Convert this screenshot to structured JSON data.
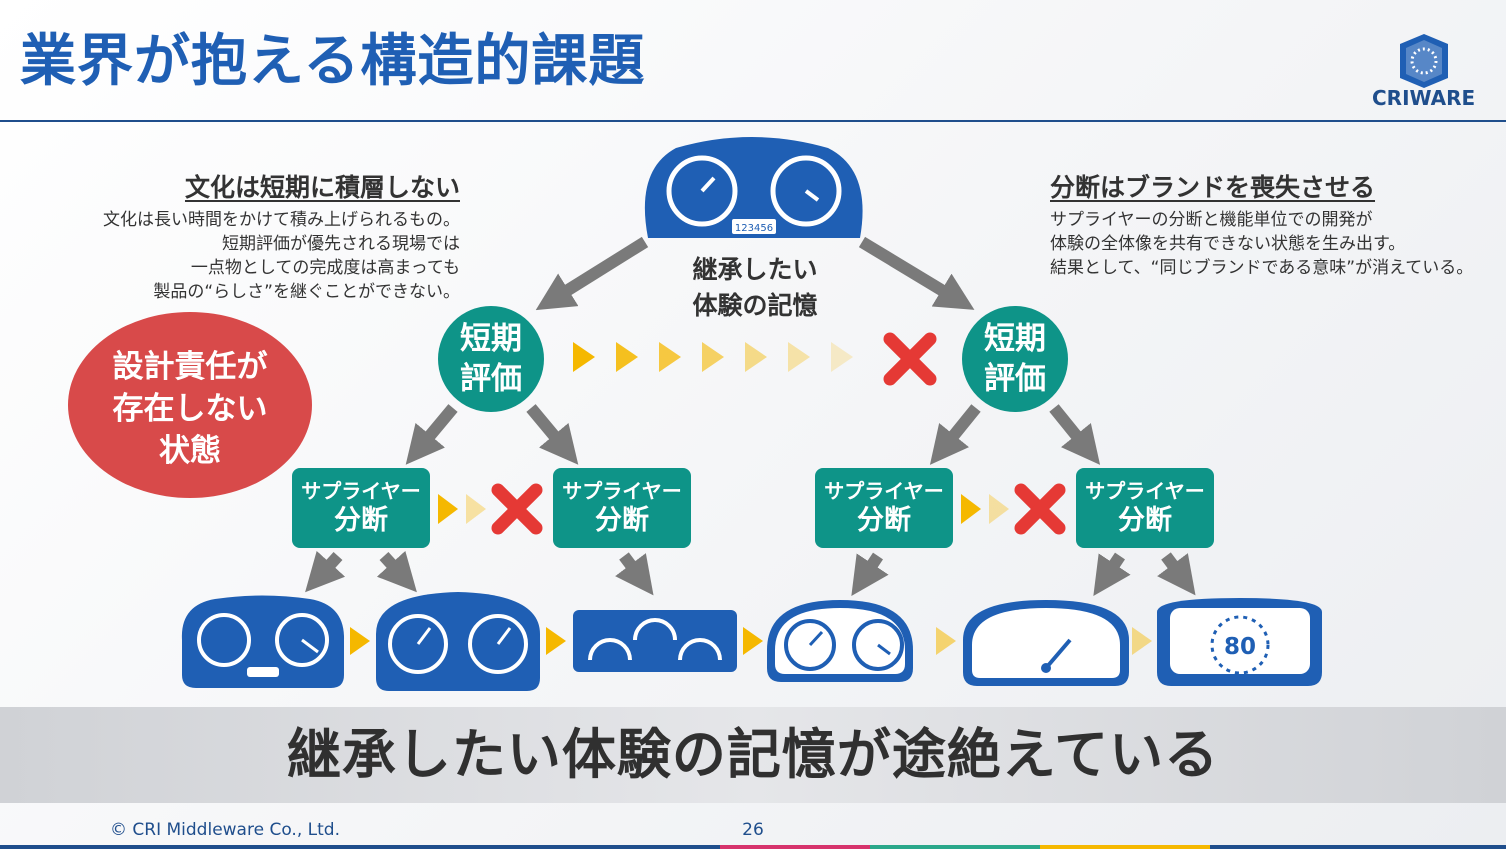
{
  "header": {
    "title": "業界が抱える構造的課題",
    "logo_text": "CRIWARE"
  },
  "left_column": {
    "heading": "文化は短期に積層しない",
    "lines": [
      "文化は長い時間をかけて積み上げられるもの。",
      "短期評価が優先される現場では",
      "一点物としての完成度は高まっても",
      "製品の“らしさ”を継ぐことができない。"
    ]
  },
  "right_column": {
    "heading": "分断はブランドを喪失させる",
    "lines": [
      "サプライヤーの分断と機能単位での開発が",
      "体験の全体像を共有できない状態を生み出す。",
      "結果として、“同じブランドである意味”が消えている。"
    ]
  },
  "diagram": {
    "top_cluster_number": "123456",
    "center_label_lines": [
      "継承したい",
      "体験の記憶"
    ],
    "short_term_lines": [
      "短期",
      "評価"
    ],
    "supplier_line1": "サプライヤー",
    "supplier_line2": "分断",
    "bubble_lines": [
      "設計責任が",
      "存在しない",
      "状態"
    ],
    "speed_value": "80"
  },
  "band": {
    "text": "継承したい体験の記憶が途絶えている"
  },
  "footer": {
    "copyright": "© CRI Middleware Co., Ltd.",
    "page": "26"
  },
  "colors": {
    "brand_blue": "#1f5fb4",
    "teal": "#0e9488",
    "cluster_blue": "#1f5fb4",
    "bubble_red": "#d84a4a",
    "cross_red": "#e53935",
    "arrow_gold": "#f5b800",
    "arrow_grey": "#7a7a7a"
  }
}
